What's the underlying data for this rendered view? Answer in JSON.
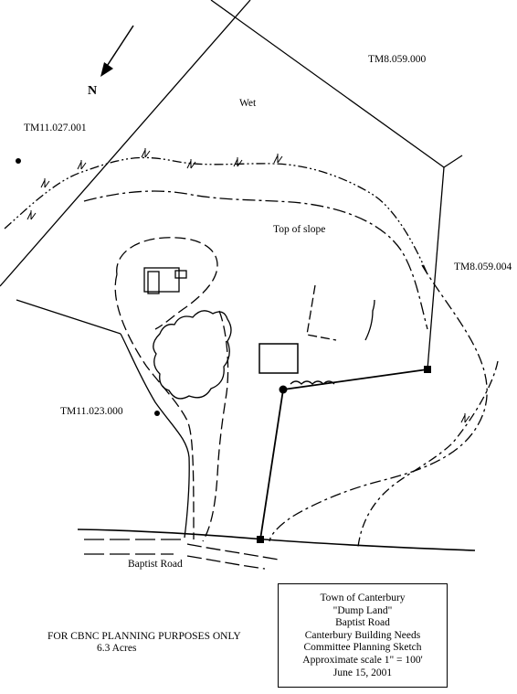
{
  "north_label": "N",
  "parcels": {
    "ne_upper": "TM8.059.000",
    "ne_right": "TM8.059.004",
    "northwest": "TM11.027.001",
    "west": "TM11.023.000"
  },
  "features": {
    "wet": "Wet",
    "top_of_slope": "Top of slope",
    "road": "Baptist Road"
  },
  "title_block": {
    "line1": "Town of Canterbury",
    "line2": "\"Dump Land\"",
    "line3": "Baptist Road",
    "line4": "Canterbury Building Needs",
    "line5": "Committee Planning Sketch",
    "line6": "Approximate scale 1\" = 100'",
    "line7": "June 15, 2001"
  },
  "note": {
    "line1": "FOR CBNC PLANNING PURPOSES ONLY",
    "line2": "6.3 Acres"
  }
}
